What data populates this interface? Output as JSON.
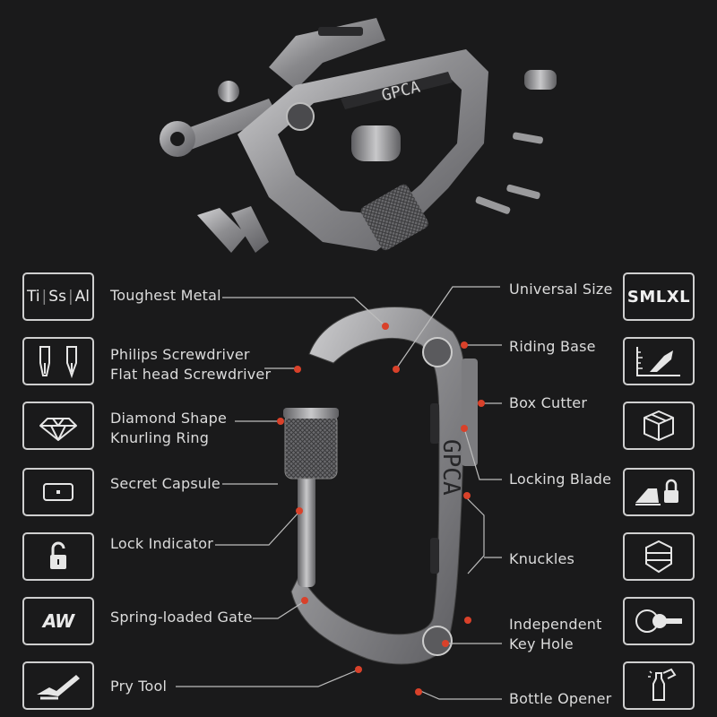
{
  "left_features": [
    {
      "name": "toughest-metal",
      "lines": [
        "Toughest Metal"
      ],
      "icon": "ti-ss-al-icon",
      "icon_text": [
        "Ti",
        "Ss",
        "Al"
      ]
    },
    {
      "name": "screwdrivers",
      "lines": [
        "Philips Screwdriver",
        "Flat head Screwdriver"
      ],
      "icon": "screwdriver-bits-icon"
    },
    {
      "name": "knurling-ring",
      "lines": [
        "Diamond Shape",
        "Knurling Ring"
      ],
      "icon": "diamond-icon"
    },
    {
      "name": "secret-capsule",
      "lines": [
        "Secret Capsule"
      ],
      "icon": "capsule-icon"
    },
    {
      "name": "lock-indicator",
      "lines": [
        "Lock Indicator"
      ],
      "icon": "padlock-icon"
    },
    {
      "name": "spring-gate",
      "lines": [
        "Spring-loaded Gate"
      ],
      "icon": "spring-icon",
      "icon_text": [
        "AW"
      ]
    },
    {
      "name": "pry-tool",
      "lines": [
        "Pry Tool"
      ],
      "icon": "pry-bar-icon"
    }
  ],
  "right_features": [
    {
      "name": "universal-size",
      "lines": [
        "Universal Size"
      ],
      "icon": "size-icon",
      "icon_text": [
        "SMLXL"
      ]
    },
    {
      "name": "riding-base",
      "lines": [
        "Riding Base"
      ],
      "icon": "ruler-blade-icon"
    },
    {
      "name": "box-cutter",
      "lines": [
        "Box Cutter"
      ],
      "icon": "box-icon"
    },
    {
      "name": "locking-blade",
      "lines": [
        "Locking Blade"
      ],
      "icon": "blade-lock-icon"
    },
    {
      "name": "knuckles",
      "lines": [
        "Knuckles"
      ],
      "icon": "shield-icon"
    },
    {
      "name": "key-hole",
      "lines": [
        "Independent",
        "Key Hole"
      ],
      "icon": "key-icon"
    },
    {
      "name": "bottle-opener",
      "lines": [
        "Bottle Opener"
      ],
      "icon": "bottle-icon"
    }
  ],
  "product": {
    "engraving": "GPCA"
  },
  "colors": {
    "background": "#1a1a1b",
    "metal": "#9a9a9c",
    "accent_dot": "#d9412a",
    "line": "#bdbdbd"
  }
}
